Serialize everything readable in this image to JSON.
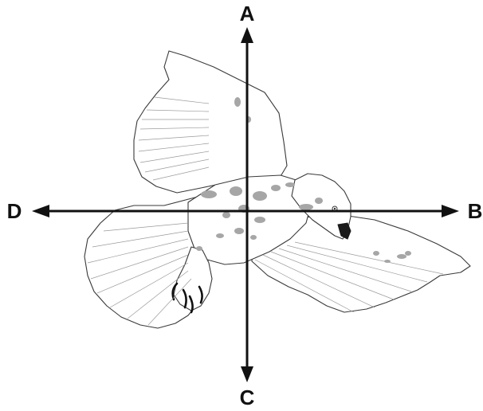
{
  "diagram": {
    "colors": {
      "axis": "#111111",
      "outline": "#3a3a3a",
      "markings": "#a6a6a6"
    },
    "labels": {
      "top": "A",
      "right": "B",
      "bottom": "C",
      "left": "D"
    }
  }
}
